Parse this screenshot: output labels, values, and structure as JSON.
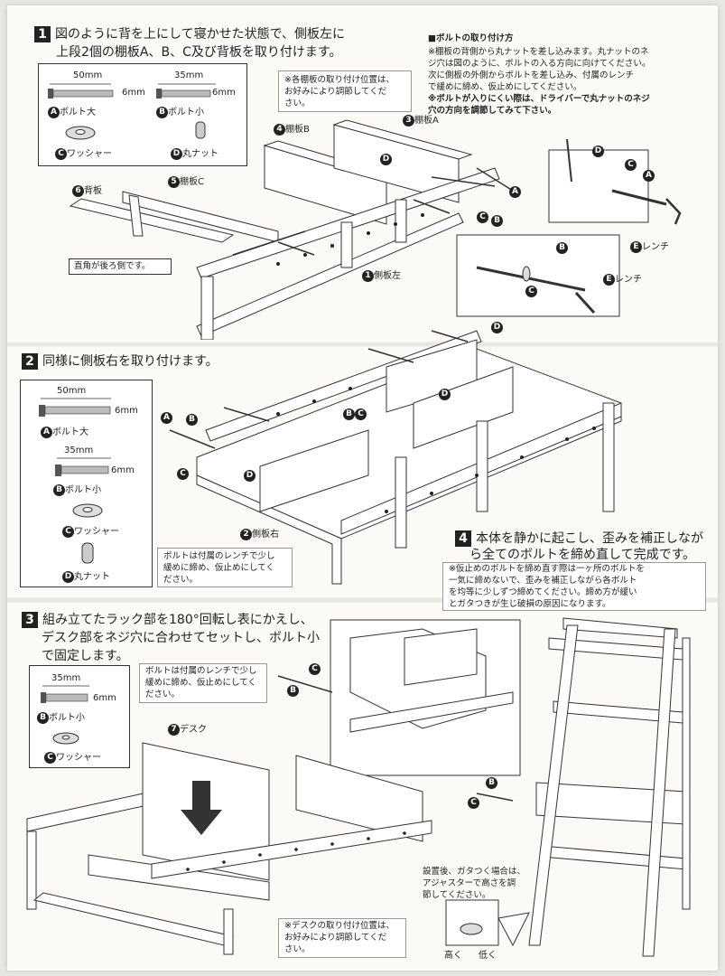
{
  "step1": {
    "number": "1",
    "line1": "図のように背を上にして寝かせた状態で、側板左に",
    "line2": "上段2個の棚板A、B、C及び背板を取り付けます。",
    "bolt_large_len": "50mm",
    "bolt_large_dia": "6mm",
    "bolt_large": "ボルト大",
    "bolt_small_len": "35mm",
    "bolt_small_dia": "6mm",
    "bolt_small": "ボルト小",
    "washer": "ワッシャー",
    "nut": "丸ナット",
    "note_lines": [
      "※各棚板の取り付け位置は、",
      "お好みにより調節してくだ",
      "さい。"
    ],
    "right_angle_note": "直角が後ろ側です。",
    "part_shelf_a": "棚板A",
    "part_shelf_b": "棚板B",
    "part_shelf_c": "棚板C",
    "part_back": "背板",
    "part_side_left": "側板左"
  },
  "bolt_install": {
    "heading": "■ボルトの取り付け方",
    "lines": [
      "※棚板の背側から丸ナットを差し込みます。丸ナットのネ",
      "ジ穴は図のように、ボルトの入る方向に向けてください。",
      "次に側板の外側からボルトを差し込み、付属のレンチ",
      "で緩めに締め、仮止めにしてください。"
    ],
    "bold_lines": [
      "※ボルトが入りにくい際は、ドライバーで丸ナットのネジ",
      "穴の方向を調節してみて下さい。"
    ],
    "wrench": "レンチ"
  },
  "step2": {
    "number": "2",
    "text": "同様に側板右を取り付けます。",
    "bolt_large_len": "50mm",
    "bolt_large_dia": "6mm",
    "bolt_large": "ボルト大",
    "bolt_small_len": "35mm",
    "bolt_small_dia": "6mm",
    "bolt_small": "ボルト小",
    "washer": "ワッシャー",
    "nut": "丸ナット",
    "note_lines": [
      "ボルトは付属のレンチで少し",
      "緩めに締め、仮止めにしてく",
      "ださい。"
    ],
    "part_side_right": "側板右"
  },
  "step4": {
    "number": "4",
    "line1": "本体を静かに起こし、歪みを補正しなが",
    "line2": "ら全てのボルトを締め直して完成です。",
    "note_lines": [
      "※仮止めのボルトを締め直す際は一ヶ所のボルトを",
      "一気に締めないで、歪みを補正しながら各ボルト",
      "を均等に少しずつ締めてください。締め方が緩い",
      "とガタつきが生じ破損の原因になります。"
    ]
  },
  "step3": {
    "number": "3",
    "line1": "組み立てたラック部を180°回転し表にかえし、",
    "line2": "デスク部をネジ穴に合わせてセットし、ボルト小",
    "line3": "で固定します。",
    "bolt_small_len": "35mm",
    "bolt_small_dia": "6mm",
    "bolt_small": "ボルト小",
    "washer": "ワッシャー",
    "note_lines": [
      "ボルトは付属のレンチで少し",
      "緩めに締め、仮止めにしてく",
      "ださい。"
    ],
    "part_desk": "デスク",
    "desk_note_lines": [
      "※デスクの取り付け位置は、",
      "お好みにより調節してくだ",
      "さい。"
    ],
    "adjuster_lines": [
      "設置後、ガタつく場合は、",
      "アジャスターで高さを調",
      "節してください。"
    ],
    "high": "高く",
    "low": "低く"
  },
  "letters": {
    "a": "A",
    "b": "B",
    "c": "C",
    "d": "D",
    "e": "E"
  },
  "numbers": {
    "n1": "1",
    "n2": "2",
    "n3": "3",
    "n4": "4",
    "n5": "5",
    "n6": "6",
    "n7": "7"
  }
}
